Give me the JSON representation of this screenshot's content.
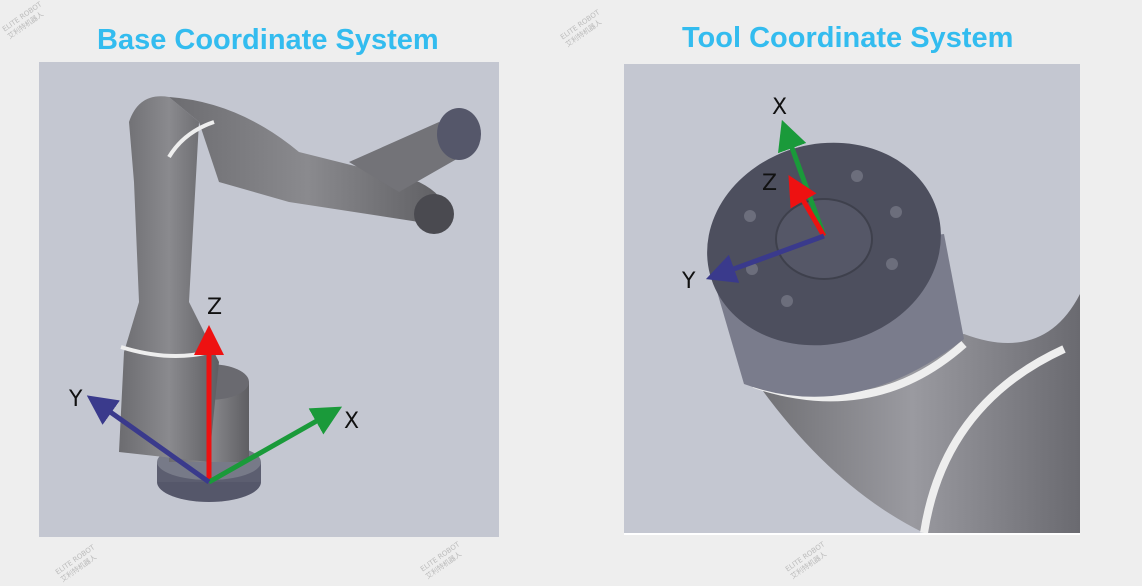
{
  "left": {
    "title": "Base Coordinate System",
    "axes": {
      "x": "X",
      "y": "Y",
      "z": "Z"
    }
  },
  "right": {
    "title": "Tool Coordinate System",
    "axes": {
      "x": "X",
      "y": "Y",
      "z": "Z"
    }
  },
  "watermark": {
    "line1": "ELITE ROBOT",
    "line2": "艾利特机器人"
  },
  "colors": {
    "title": "#33bcef",
    "x_axis": "#1a9a3a",
    "y_axis": "#3a3a8c",
    "z_axis": "#ee1111",
    "background": "#c4c7d1"
  }
}
